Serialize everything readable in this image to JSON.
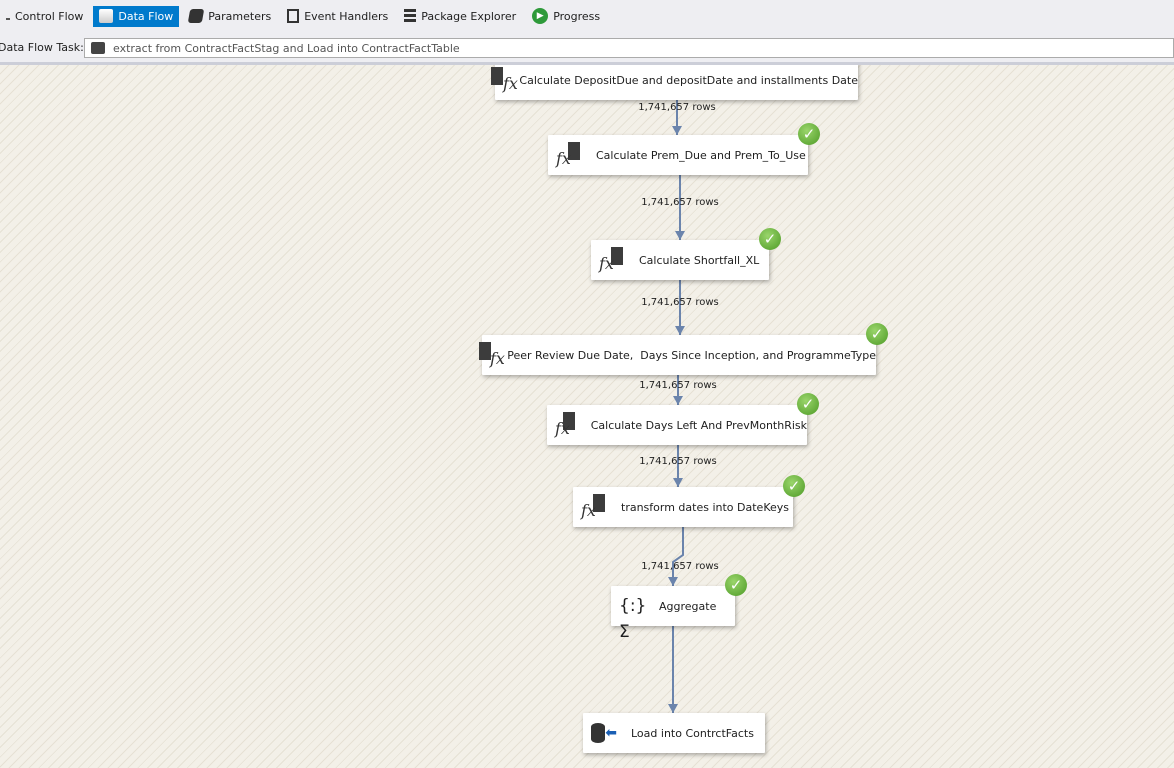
{
  "tabs": [
    {
      "label": "Control Flow",
      "icon": "control-flow-icon"
    },
    {
      "label": "Data Flow",
      "icon": "data-flow-icon",
      "active": true
    },
    {
      "label": "Parameters",
      "icon": "parameters-icon"
    },
    {
      "label": "Event Handlers",
      "icon": "event-handlers-icon"
    },
    {
      "label": "Package Explorer",
      "icon": "package-explorer-icon"
    },
    {
      "label": "Progress",
      "icon": "progress-icon"
    }
  ],
  "task": {
    "label": "Data Flow Task:",
    "value": "extract from ContractFactStag and Load into ContractFactTable"
  },
  "nodes": [
    {
      "label": "Calculate DepositDue and depositDate and installments Date",
      "type": "derived-column"
    },
    {
      "label": "Calculate Prem_Due and Prem_To_Use",
      "type": "derived-column",
      "success": true
    },
    {
      "label": "Calculate Shortfall_XL",
      "type": "derived-column",
      "success": true
    },
    {
      "label": "Peer Review Due Date,  Days Since Inception, and ProgrammeType",
      "type": "derived-column",
      "success": true
    },
    {
      "label": "Calculate Days Left And PrevMonthRisk",
      "type": "derived-column",
      "success": true
    },
    {
      "label": "transform dates into DateKeys",
      "type": "derived-column",
      "success": true
    },
    {
      "label": "Aggregate",
      "type": "aggregate",
      "success": true
    },
    {
      "label": "Load into ContrctFacts",
      "type": "destination"
    }
  ],
  "row_counts": [
    "1,741,657 rows",
    "1,741,657 rows",
    "1,741,657 rows",
    "1,741,657 rows",
    "1,741,657 rows",
    "1,741,657 rows"
  ],
  "colors": {
    "accent": "#007acc",
    "link": "#6b84ac",
    "success": "#5aa82f"
  }
}
